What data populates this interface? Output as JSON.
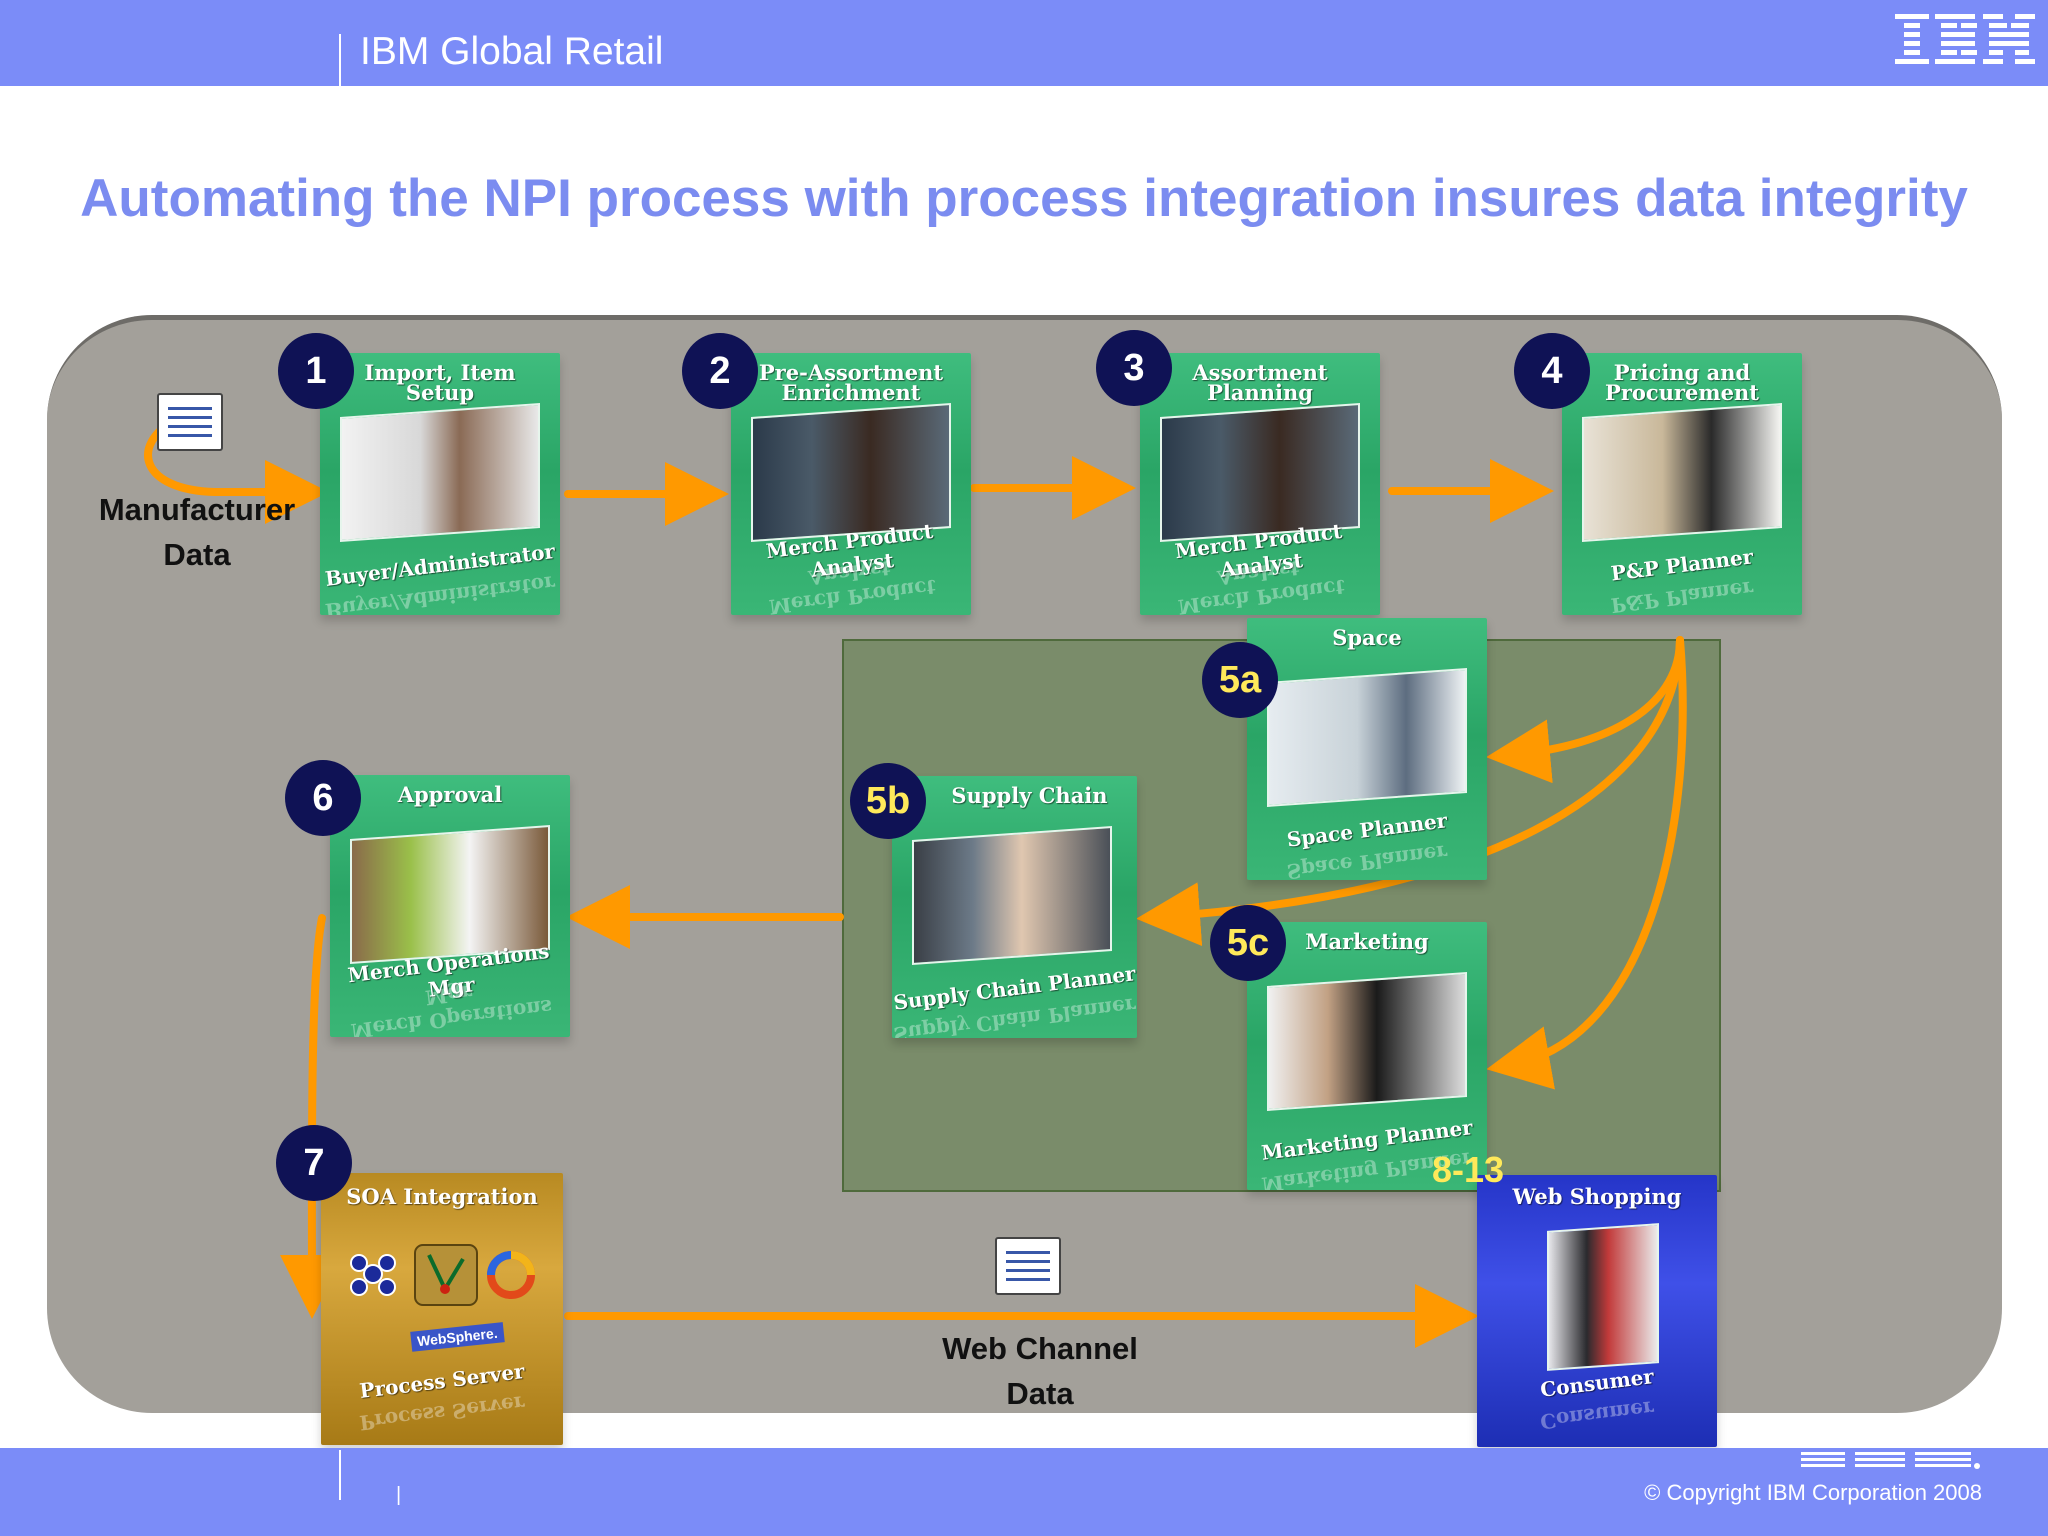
{
  "header": {
    "title": "IBM Global Retail",
    "logo_text": "IBM"
  },
  "slide_title": "Automating the NPI process with process integration insures data integrity",
  "labels": {
    "manufacturer_data": "Manufacturer Data",
    "web_channel_data": "Web Channel Data"
  },
  "steps": {
    "s1": {
      "badge": "1",
      "title": "Import, Item Setup",
      "role": "Buyer/Administrator"
    },
    "s2": {
      "badge": "2",
      "title": "Pre-Assortment Enrichment",
      "role": "Merch Product Analyst"
    },
    "s3": {
      "badge": "3",
      "title": "Assortment Planning",
      "role": "Merch Product Analyst"
    },
    "s4": {
      "badge": "4",
      "title": "Pricing and Procurement",
      "role": "P&P Planner"
    },
    "s5a": {
      "badge": "5a",
      "title": "Space",
      "role": "Space Planner"
    },
    "s5b": {
      "badge": "5b",
      "title": "Supply Chain",
      "role": "Supply Chain Planner"
    },
    "s5c": {
      "badge": "5c",
      "title": "Marketing",
      "role": "Marketing Planner"
    },
    "s6": {
      "badge": "6",
      "title": "Approval",
      "role": "Merch Operations Mgr"
    },
    "s7": {
      "badge": "7",
      "title": "SOA Integration",
      "product_brand": "WebSphere.",
      "role": "Process Server"
    },
    "s8": {
      "badge": "8-13",
      "title": "Web Shopping",
      "role": "Consumer"
    }
  },
  "footer": {
    "separator": "|",
    "copyright": "© Copyright IBM Corporation 2008"
  },
  "colors": {
    "bar": "#7b8cf8",
    "title": "#7b8cf0",
    "arrow": "#ff9900",
    "badge": "#0f1255",
    "panel": "#a3a09a",
    "subprocess_box": "#7a8c6a"
  },
  "icons": [
    "document-icon",
    "ibm-logo",
    "arrow"
  ]
}
